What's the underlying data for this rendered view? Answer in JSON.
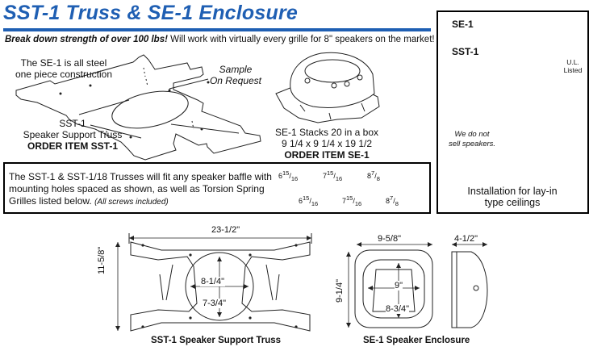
{
  "header": {
    "title": "SST-1 Truss & SE-1 Enclosure",
    "tagline_bold": "Break down strength of over 100 lbs!",
    "tagline_rest": " Will work with virtually every grille for 8\" speakers on the market!"
  },
  "truss_section": {
    "steel_note_line1": "The SE-1 is all steel",
    "steel_note_line2": "one piece construction",
    "label_line1": "SST-1",
    "label_line2": "Speaker Support Truss",
    "order": "ORDER ITEM SST-1"
  },
  "sample_note": {
    "line1": "Sample",
    "line2": "On Request"
  },
  "enclosure_section": {
    "stack_line1": "SE-1 Stacks 20 in a box",
    "stack_line2": "9 1/4  x  9 1/4  x  19 1/2",
    "order": "ORDER ITEM SE-1"
  },
  "fit_panel": {
    "line1": "The SST-1 & SST-1/18 Trusses will fit any speaker baffle with",
    "line2": "mounting holes spaced as shown, as well as Torsion Spring",
    "line3_main": "Grilles listed below.",
    "line3_note": "(All screws included)",
    "spacings": [
      {
        "whole": "6",
        "num": "15",
        "den": "16",
        "whole2": "6",
        "num2": "15",
        "den2": "16"
      },
      {
        "whole": "7",
        "num": "15",
        "den": "16",
        "whole2": "7",
        "num2": "15",
        "den2": "16"
      },
      {
        "whole": "8",
        "num": "7",
        "den": "8",
        "whole2": "8",
        "num2": "7",
        "den2": "8"
      }
    ]
  },
  "install_panel": {
    "se1": "SE-1",
    "sst1": "SST-1",
    "ul_line1": "U.L.",
    "ul_line2": "Listed",
    "no_sell_line1": "We do not",
    "no_sell_line2": "sell speakers.",
    "caption_line1": "Installation for lay-in",
    "caption_line2": "type ceilings"
  },
  "dimensions": {
    "truss_width": "23-1/2\"",
    "truss_height": "11-5/8\"",
    "truss_hole_h": "8-1/4\"",
    "truss_hole_v": "7-3/4\"",
    "truss_caption": "SST-1 Speaker Support Truss",
    "enc_width": "9-5/8\"",
    "enc_height": "9-1/4\"",
    "enc_inner_w": "9\"",
    "enc_inner_v": "8-3/4\"",
    "enc_depth": "4-1/2\"",
    "enc_caption": "SE-1 Speaker Enclosure"
  }
}
